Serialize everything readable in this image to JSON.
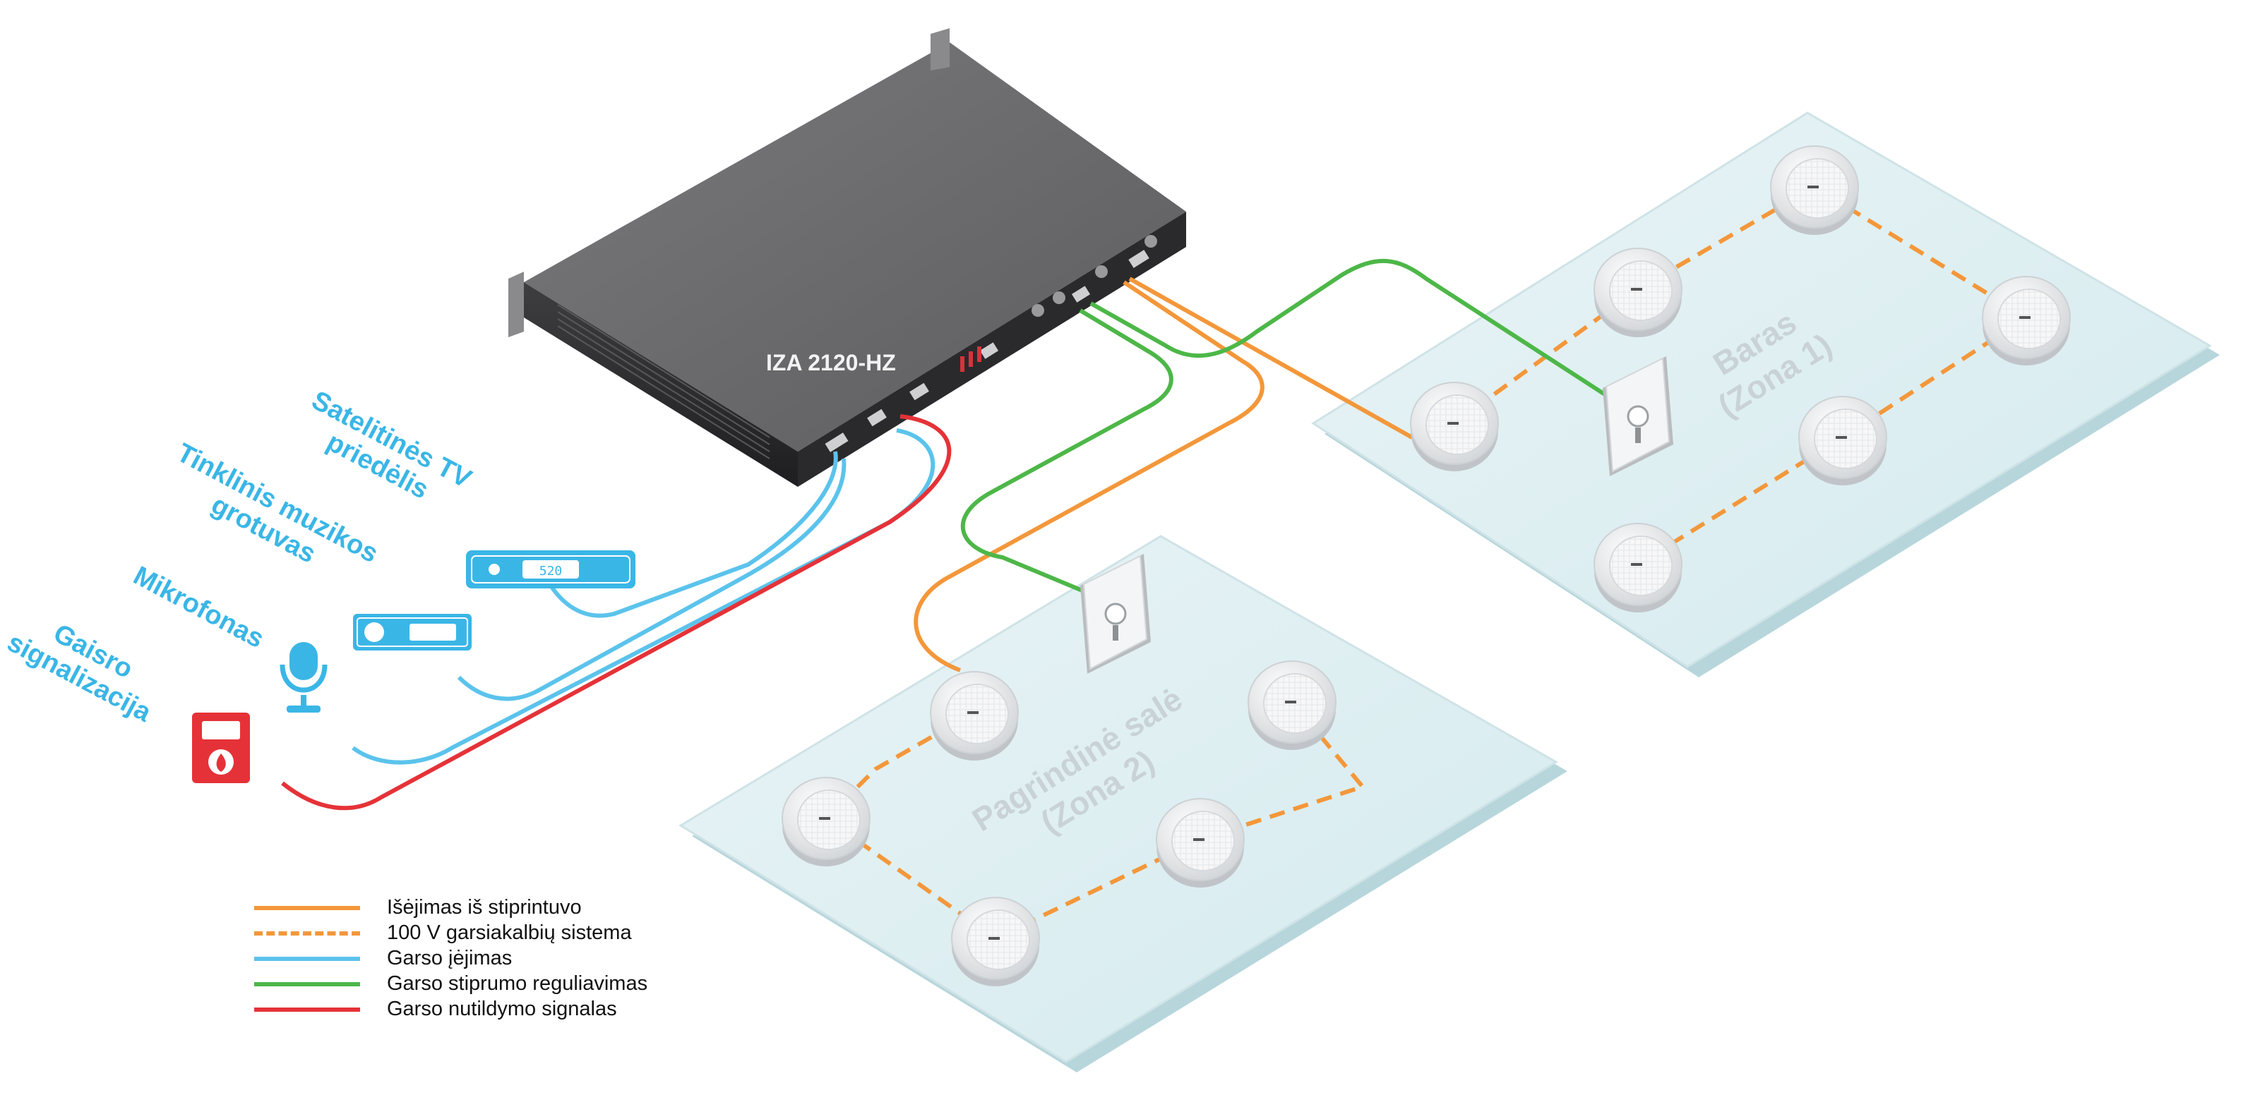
{
  "device": {
    "model": "IZA 2120-HZ"
  },
  "sources": [
    {
      "id": "satellite",
      "lines": [
        "Satelitinės TV",
        "priedėlis"
      ],
      "display": "520"
    },
    {
      "id": "network",
      "lines": [
        "Tinklinis muzikos",
        "grotuvas"
      ]
    },
    {
      "id": "mic",
      "lines": [
        "Mikrofonas"
      ]
    },
    {
      "id": "fire",
      "lines": [
        "Gaisro",
        "signalizacija"
      ]
    }
  ],
  "zones": [
    {
      "id": "zone1",
      "lines": [
        "Baras",
        "(Zona 1)"
      ]
    },
    {
      "id": "zone2",
      "lines": [
        "Pagrindinė salė",
        "(Zona 2)"
      ]
    }
  ],
  "legend": [
    {
      "label": "Išėjimas iš stiprintuvo",
      "color": "#f3973a",
      "style": "solid"
    },
    {
      "label": "100 V garsiakalbių sistema",
      "color": "#f3973a",
      "style": "dashed"
    },
    {
      "label": "Garso įėjimas",
      "color": "#5bc3ec",
      "style": "solid"
    },
    {
      "label": "Garso stiprumo reguliavimas",
      "color": "#4db748",
      "style": "solid"
    },
    {
      "label": "Garso nutildymo signalas",
      "color": "#e53238",
      "style": "solid"
    }
  ],
  "colors": {
    "amp_output": "#f3973a",
    "speaker_100v": "#f3973a",
    "audio_input": "#5bc3ec",
    "volume_control": "#4db748",
    "mute_signal": "#e53238",
    "label_blue": "#3ab6e6"
  },
  "icons": [
    "satellite-receiver-icon",
    "network-player-icon",
    "microphone-icon",
    "fire-alarm-icon",
    "ceiling-speaker-icon",
    "volume-control-icon",
    "amplifier-icon"
  ]
}
